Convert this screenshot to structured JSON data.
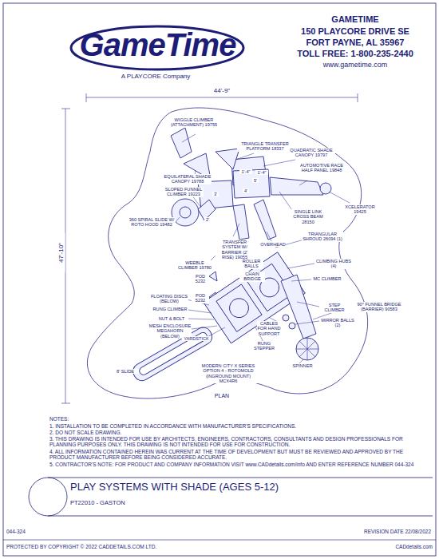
{
  "diagram": {
    "title": "PLAY SYSTEMS WITH SHADE (AGES 5-12)",
    "labels": [
      "GameTime",
      "A PLAYCORE Company",
      "GAMETIME",
      "150 PLAYCORE DRIVE SE",
      "FORT PAYNE, AL 35967",
      "TOLL FREE: 1-800-235-2440",
      "www.gametime.com",
      "44'-9\"",
      "47'-10\"",
      "WIGGLE CLIMBER (ATTACHMENT) 19755",
      "TRIANGLE TRANSFER PLATFORM 18337",
      "QUADRATIC SHADE CANOPY 19797",
      "EQUILATERAL SHADE CANOPY 19788",
      "AUTOMOTIVE RACE HALF PANEL 19848",
      "SLOPED FUNNEL CLIMBER 19223",
      "XCELERATOR 19425",
      "360 SPIRAL SLIDE W/ ROTO HOOD 19482",
      "SINGLE LINK CROSS BEAM 28150",
      "TRANSFER SYSTEM W/ BARRIER (2' RISE) 19055",
      "OVERHEAD",
      "TRIANGULAR SHROUD 26094 (1)",
      "WEEBLE CLIMBER 19780",
      "CLIMBING HUBS (4)",
      "ROLLER BALLS",
      "MC CLIMBER",
      "POD 5232",
      "CHAIN BRIDGE",
      "POD 5232",
      "FLOATING DISCS (BELOW)",
      "STEP CLIMBER",
      "RUNG CLIMBER",
      "90° FUNNEL BRIDGE (BARRIER) 90583",
      "NUT & BOLT",
      "MESH ENCLOSURE MEGAHORN (BELOW)",
      "MIRROR BALLS (2)",
      "CABLES FOR HAND SUPPORT",
      "YARDSTICK",
      "RUNG STEPPER",
      "8' SLIDE",
      "SPINNER",
      "MODERN CITY X SERIES OPTION 4 - ROTOMOLD (INGROUND MOUNT) MCX4R6",
      "PLAN",
      "NOTES:",
      "1.  INSTALLATION TO BE COMPLETED IN ACCORDANCE WITH MANUFACTURER'S SPECIFICATIONS.",
      "2.  DO NOT SCALE DRAWING.",
      "3.  THIS DRAWING IS INTENDED FOR USE BY ARCHITECTS, ENGINEERS, CONTRACTORS, CONSULTANTS AND DESIGN PROFESSIONALS FOR PLANNING PURPOSES ONLY.  THIS DRAWING IS NOT INTENDED FOR USE FOR CONSTRUCTION.",
      "4.  ALL INFORMATION CONTAINED HEREIN WAS CURRENT AT THE TIME OF DEVELOPMENT BUT MUST BE REVIEWED AND APPROVED BY THE PRODUCT MANUFACTURER BEFORE BEING CONSIDERED ACCURATE.",
      "5.  CONTRACTOR'S NOTE: FOR PRODUCT AND COMPANY INFORMATION VISIT www.CADdetails.com/info AND ENTER REFERENCE NUMBER  044-324",
      "PT22010 - GASTON",
      "044-324",
      "REVISION DATE  22/08/2022",
      "PROTECTED BY COPYRIGHT © 2022 CADDETAILS.COM LTD.",
      "CADdetails.com",
      "1'-4\"",
      "1'-4\"",
      "5'",
      "4'",
      "3'",
      "2'"
    ]
  }
}
